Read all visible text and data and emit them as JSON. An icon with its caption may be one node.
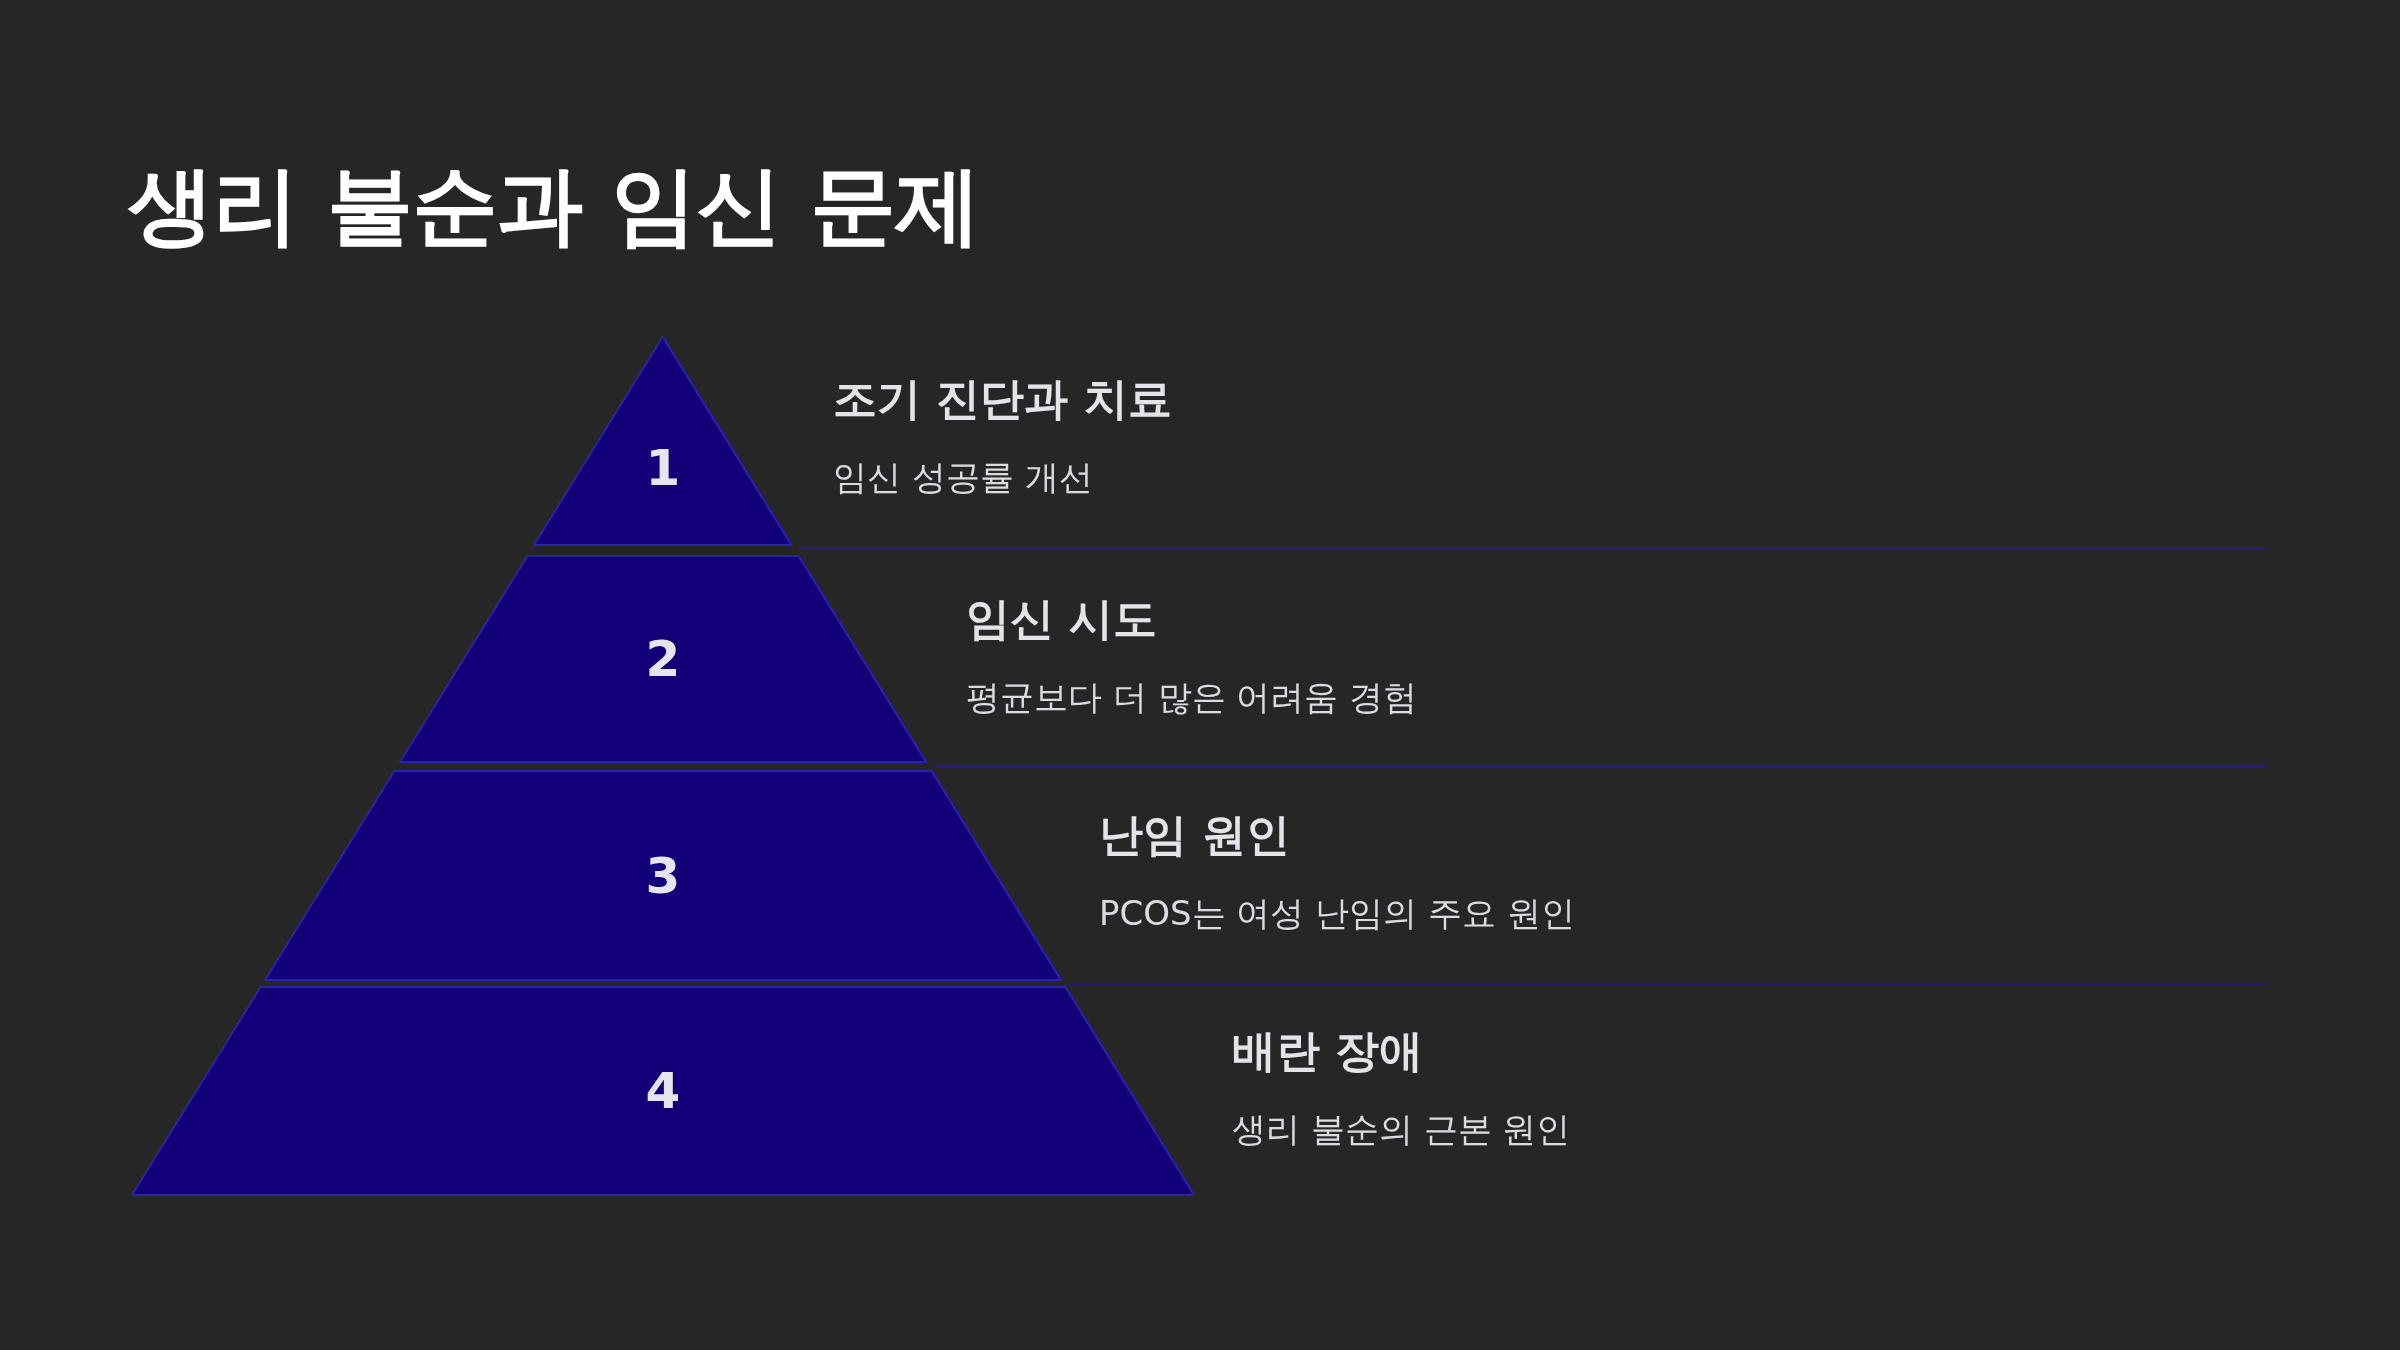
{
  "diagram": {
    "title": "생리 불순과 임신 문제",
    "nodes": [
      {
        "text": [
          "1",
          "조기 진단과 치료",
          "임신 성공률 개선"
        ]
      },
      {
        "text": [
          "2",
          "임신 시도",
          "평균보다 더 많은 어려움 경험"
        ]
      },
      {
        "text": [
          "3",
          "난임 원인",
          "PCOS는 여성 난임의 주요 원인"
        ]
      },
      {
        "text": [
          "4",
          "배란 장애",
          "생리 불순의 근본 원인"
        ]
      }
    ]
  }
}
